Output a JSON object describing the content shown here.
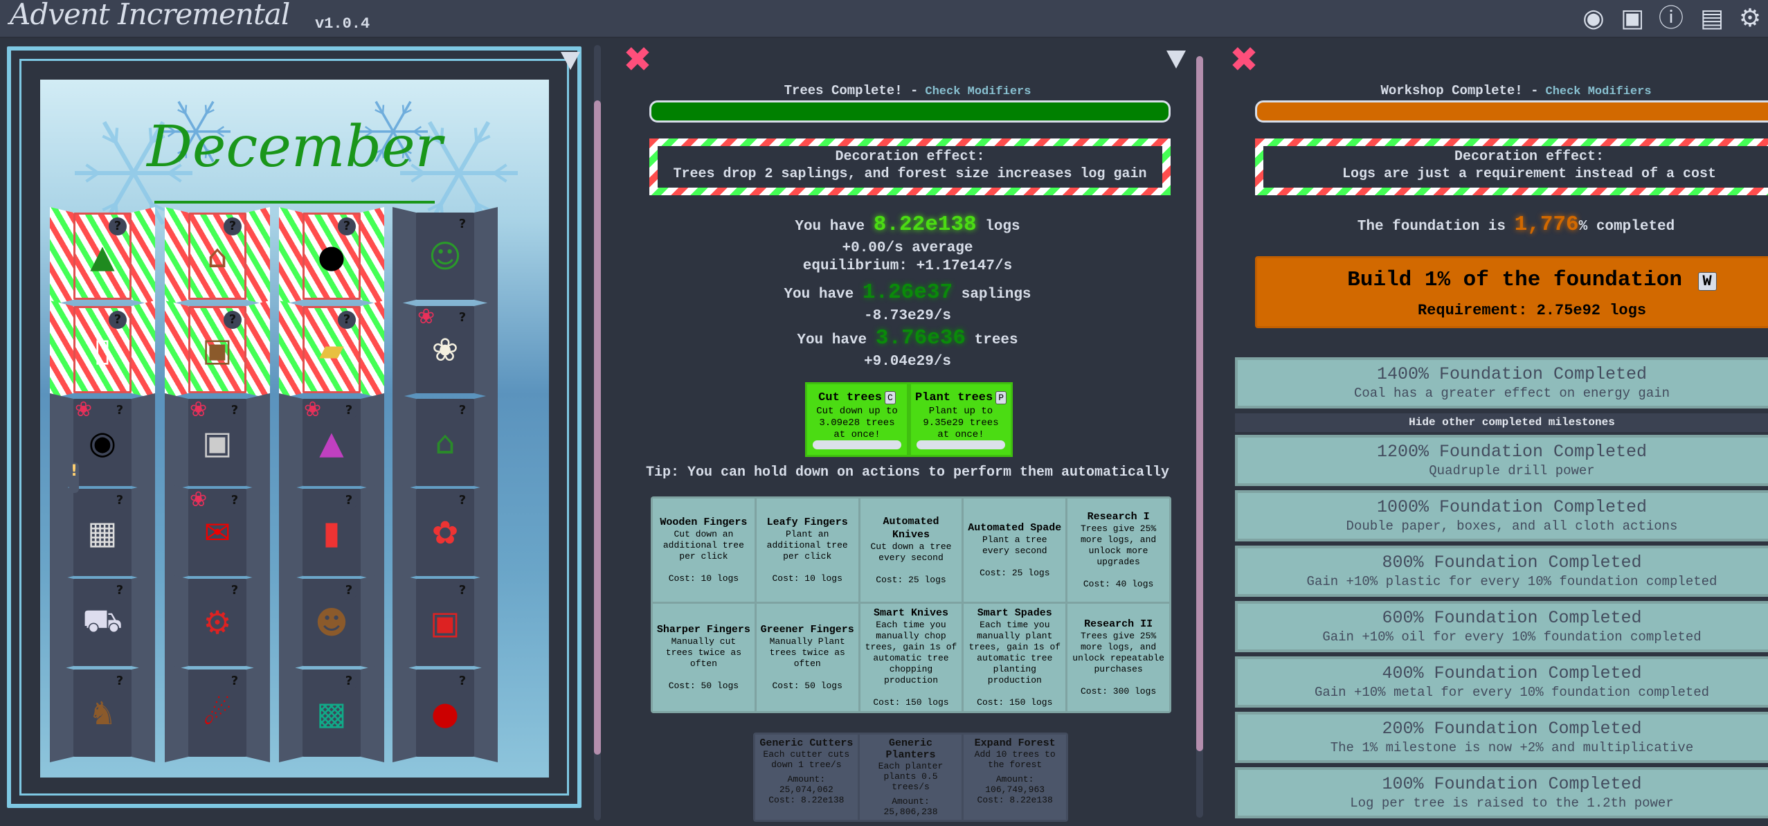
{
  "header": {
    "title": "Advent Incremental",
    "version": "v1.0.4",
    "icons": [
      "discord-icon",
      "chat-icon",
      "info-icon",
      "changelog-icon",
      "settings-icon"
    ]
  },
  "calendar": {
    "month": "December",
    "question_mark": "?",
    "notification": "!",
    "doors": [
      {
        "icon": "tree",
        "open": true
      },
      {
        "icon": "workshop",
        "open": true
      },
      {
        "icon": "coal",
        "open": true
      },
      {
        "icon": "elves",
        "open": false
      },
      {
        "icon": "paper",
        "open": true
      },
      {
        "icon": "boxes",
        "open": true
      },
      {
        "icon": "metal",
        "open": true
      },
      {
        "icon": "cloth",
        "open": false,
        "ribbon": true
      },
      {
        "icon": "oil",
        "open": false,
        "ribbon": true
      },
      {
        "icon": "plastic",
        "open": false,
        "ribbon": true
      },
      {
        "icon": "dyes",
        "open": false,
        "ribbon": true
      },
      {
        "icon": "management",
        "open": false
      },
      {
        "icon": "school",
        "open": false,
        "notify": true
      },
      {
        "icon": "letters",
        "open": false,
        "ribbon": true
      },
      {
        "icon": "wrapping-paper",
        "open": false
      },
      {
        "icon": "ribbons",
        "open": false
      },
      {
        "icon": "truck",
        "open": false
      },
      {
        "icon": "gears",
        "open": false
      },
      {
        "icon": "teddy-bear",
        "open": false
      },
      {
        "icon": "presents",
        "open": false
      },
      {
        "icon": "reindeer",
        "open": false
      },
      {
        "icon": "sleigh",
        "open": false
      },
      {
        "icon": "game-screen",
        "open": false
      },
      {
        "icon": "santa-sack",
        "open": false
      }
    ]
  },
  "trees": {
    "title": "Trees Complete! -",
    "check_modifiers": "Check Modifiers",
    "progress": 1.0,
    "bar_color": "#008000",
    "decoration_label": "Decoration effect:",
    "decoration_text": "Trees drop 2 saplings, and forest size increases log gain",
    "you_have": "You have",
    "logs_value": "8.22e138",
    "logs_unit": "logs",
    "logs_rate": "+0.00/s average",
    "equilibrium": "equilibrium: +1.17e147/s",
    "saplings_value": "1.26e37",
    "saplings_unit": "saplings",
    "saplings_rate": "-8.73e29/s",
    "trees_value": "3.76e36",
    "trees_unit": "trees",
    "trees_rate": "+9.04e29/s",
    "actions": [
      {
        "label": "Cut trees",
        "key": "C",
        "desc": "Cut down up to 3.09e28 trees at once!"
      },
      {
        "label": "Plant trees",
        "key": "P",
        "desc": "Plant up to 9.35e29 trees at once!"
      }
    ],
    "tip": "Tip: You can hold down on actions to perform them automatically",
    "upgrades": [
      {
        "title": "Wooden Fingers",
        "desc": "Cut down an additional tree per click",
        "cost": "Cost: 10 logs"
      },
      {
        "title": "Leafy Fingers",
        "desc": "Plant an additional tree per click",
        "cost": "Cost: 10 logs"
      },
      {
        "title": "Automated Knives",
        "desc": "Cut down a tree every second",
        "cost": "Cost: 25 logs"
      },
      {
        "title": "Automated Spade",
        "desc": "Plant a tree every second",
        "cost": "Cost: 25 logs"
      },
      {
        "title": "Research I",
        "desc": "Trees give 25% more logs, and unlock more upgrades",
        "cost": "Cost: 40 logs"
      },
      {
        "title": "Sharper Fingers",
        "desc": "Manually cut trees twice as often",
        "cost": "Cost: 50 logs"
      },
      {
        "title": "Greener Fingers",
        "desc": "Manually Plant trees twice as often",
        "cost": "Cost: 50 logs"
      },
      {
        "title": "Smart Knives",
        "desc": "Each time you manually chop trees, gain 1s of automatic tree chopping production",
        "cost": "Cost: 150 logs"
      },
      {
        "title": "Smart Spades",
        "desc": "Each time you manually plant trees, gain 1s of automatic tree planting production",
        "cost": "Cost: 150 logs"
      },
      {
        "title": "Research II",
        "desc": "Trees give 25% more logs, and unlock repeatable purchases",
        "cost": "Cost: 300 logs"
      }
    ],
    "repeatables": [
      {
        "title": "Generic Cutters",
        "desc": "Each cutter cuts down 1 tree/s",
        "amount_label": "Amount:",
        "amount": "25,074,062",
        "cost": "Cost: 8.22e138"
      },
      {
        "title": "Generic Planters",
        "desc": "Each planter plants 0.5 trees/s",
        "amount_label": "Amount:",
        "amount": "25,806,238",
        "cost": ""
      },
      {
        "title": "Expand Forest",
        "desc": "Add 10 trees to the forest",
        "amount_label": "Amount:",
        "amount": "106,749,963",
        "cost": "Cost: 8.22e138"
      }
    ]
  },
  "workshop": {
    "title": "Workshop Complete! -",
    "check_modifiers": "Check Modifiers",
    "progress": 1.0,
    "bar_color": "#d26900",
    "decoration_label": "Decoration effect:",
    "decoration_text": "Logs are just a requirement instead of a cost",
    "foundation_prefix": "The foundation is",
    "foundation_value": "1,776",
    "foundation_suffix": "% completed",
    "build_label": "Build 1% of the foundation",
    "build_key": "W",
    "requirement": "Requirement: 2.75e92 logs",
    "hide_milestones": "Hide other completed milestones",
    "milestones": [
      {
        "title": "1400% Foundation Completed",
        "desc": "Coal has a greater effect on energy gain"
      },
      {
        "title": "1200% Foundation Completed",
        "desc": "Quadruple drill power"
      },
      {
        "title": "1000% Foundation Completed",
        "desc": "Double paper, boxes, and all cloth actions"
      },
      {
        "title": "800% Foundation Completed",
        "desc": "Gain +10% plastic for every 10% foundation completed"
      },
      {
        "title": "600% Foundation Completed",
        "desc": "Gain +10% oil for every 10% foundation completed"
      },
      {
        "title": "400% Foundation Completed",
        "desc": "Gain +10% metal for every 10% foundation completed"
      },
      {
        "title": "200% Foundation Completed",
        "desc": "The 1% milestone is now +2% and multiplicative"
      },
      {
        "title": "100% Foundation Completed",
        "desc": "Log per tree is raised to the 1.2th power"
      }
    ]
  }
}
